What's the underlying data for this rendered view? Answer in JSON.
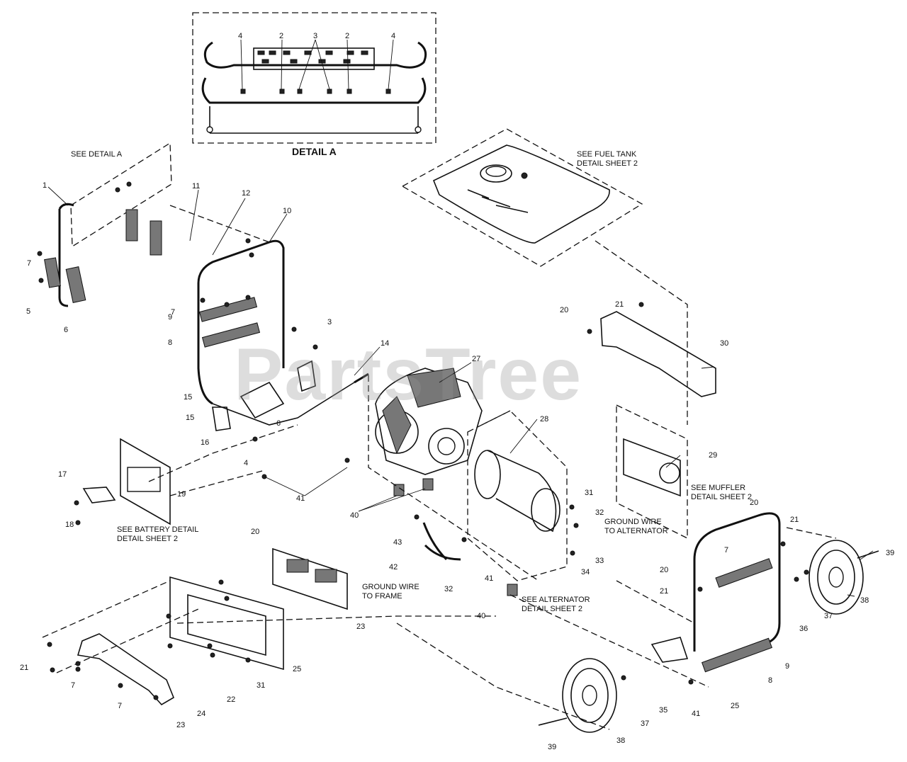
{
  "watermark": "PartsTree",
  "detail": {
    "title": "DETAIL A"
  },
  "notes": {
    "see_detail_a": "SEE DETAIL A",
    "fuel_tank": "SEE FUEL TANK\nDETAIL SHEET 2",
    "muffler": "SEE MUFFLER\nDETAIL SHEET 2",
    "battery": "SEE BATTERY DETAIL\nDETAIL SHEET 2",
    "ground_alt": "GROUND WIRE\nTO ALTERNATOR",
    "ground_frame": "GROUND WIRE\nTO FRAME",
    "alternator": "SEE ALTERNATOR\nDETAIL SHEET 2"
  },
  "part_numbers": {
    "d4a": "4",
    "d2a": "2",
    "d3": "3",
    "d2b": "2",
    "d4b": "4",
    "p1": "1",
    "p11": "11",
    "p12": "12",
    "p10": "10",
    "p7a": "7",
    "p5": "5",
    "p6a": "6",
    "p7b": "7",
    "p9a": "9",
    "p8a": "8",
    "p3": "3",
    "p14a": "14",
    "p27": "27",
    "p15a": "15",
    "p15b": "15",
    "p16": "16",
    "p6b": "6",
    "p4": "4",
    "p17": "17",
    "p19": "19",
    "p18": "18",
    "p41a": "41",
    "p40a": "40",
    "p28": "28",
    "p43": "43",
    "p42": "42",
    "p32a": "32",
    "p41b": "41",
    "p29": "29",
    "p21a": "21",
    "p20a": "20",
    "p30": "30",
    "p31a": "31",
    "p32b": "32",
    "p33": "33",
    "p34": "34",
    "p20b": "20",
    "p21b": "21",
    "p7c": "7",
    "p20c": "20",
    "p21c": "21",
    "p39a": "39",
    "p38a": "38",
    "p37a": "37",
    "p36": "36",
    "p9b": "9",
    "p8b": "8",
    "p25a": "25",
    "p41c": "41",
    "p40b": "40",
    "p20d": "20",
    "p23a": "23",
    "p21d": "21",
    "p7d": "7",
    "p7e": "7",
    "p22": "22",
    "p31b": "31",
    "p25b": "25",
    "p24": "24",
    "p23b": "23",
    "p35": "35",
    "p37b": "37",
    "p38b": "38",
    "p39b": "39"
  }
}
